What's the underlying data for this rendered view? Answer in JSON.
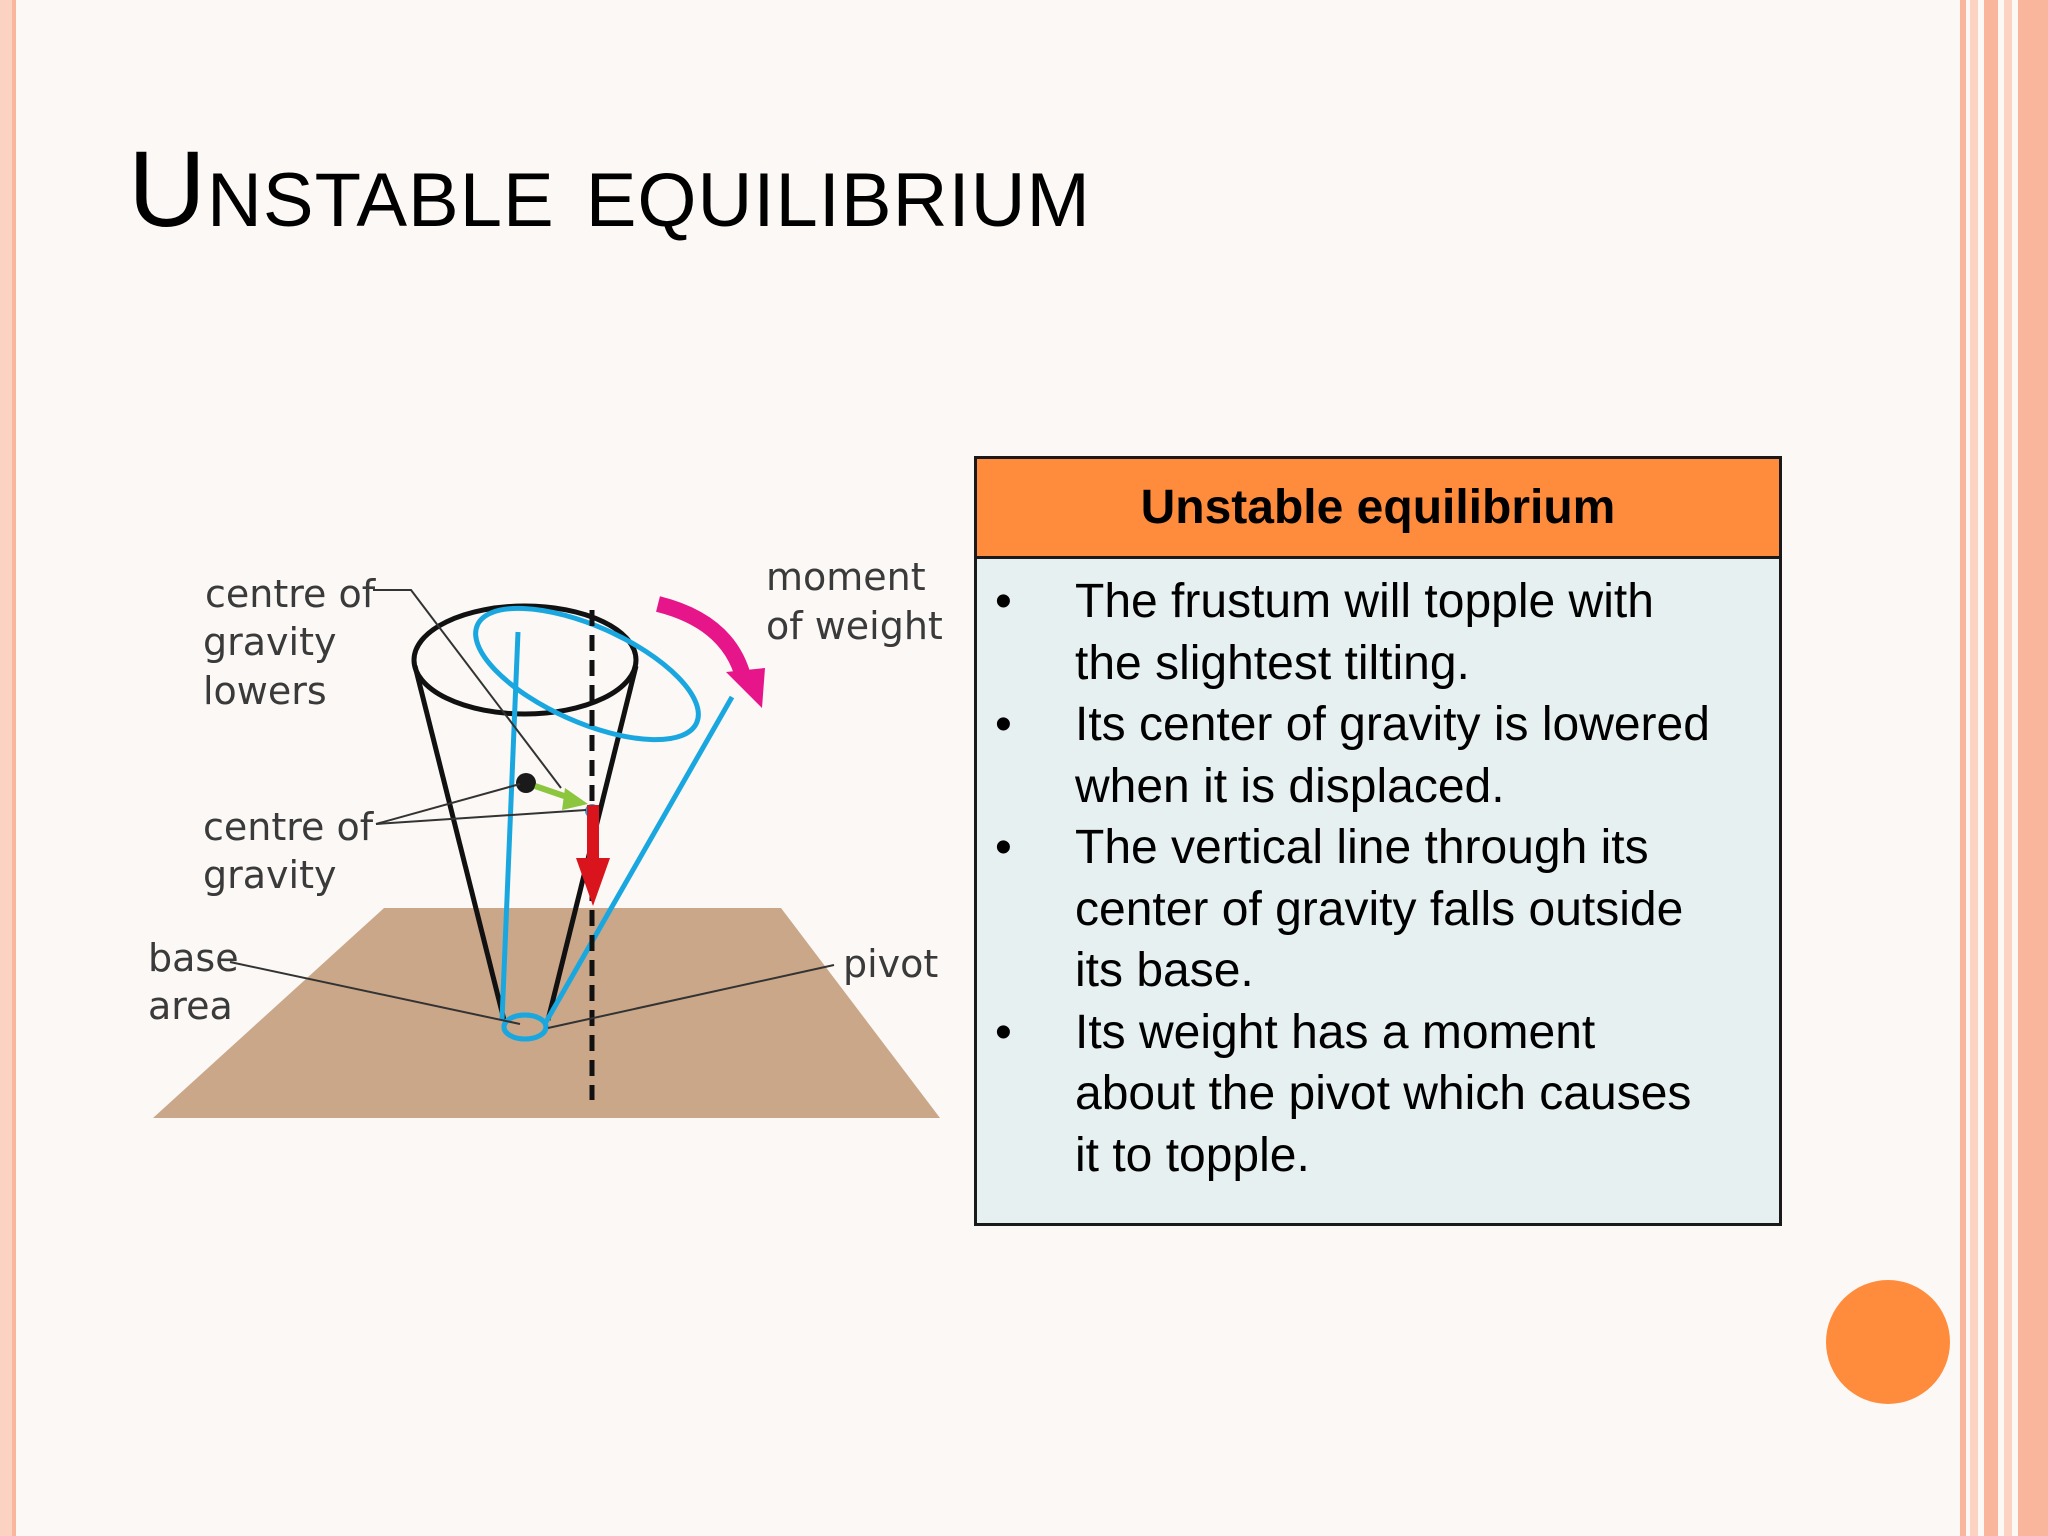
{
  "slide": {
    "title": "Unstable equilibrium",
    "accent_color": "#ff8c3d",
    "border_color": "#f9b69c"
  },
  "diagram": {
    "labels": {
      "cg_lowers_line1": "centre of",
      "cg_lowers_line2": "gravity",
      "cg_lowers_line3": "lowers",
      "moment_line1": "moment",
      "moment_line2": "of weight",
      "cg_line1": "centre of",
      "cg_line2": "gravity",
      "base_line1": "base",
      "base_line2": "area",
      "pivot": "pivot"
    },
    "colors": {
      "ground": "#c9a788",
      "upright_frustum": "#111111",
      "tilted_frustum": "#1aa7e0",
      "weight_arrow": "#d9141c",
      "moment_arrow": "#e6168a",
      "shift_arrow": "#8cc63f"
    }
  },
  "info_box": {
    "header": "Unstable equilibrium",
    "bullet_symbol": "•",
    "items": [
      {
        "line1": "The frustum will topple with",
        "line2": "the slightest tilting."
      },
      {
        "line1": "Its center of gravity is lowered",
        "line2": "when it is displaced."
      },
      {
        "line1": "The vertical line through its",
        "line2": "center of gravity falls outside",
        "line3": "its base."
      },
      {
        "line1": "Its weight has a moment",
        "line2": "about the pivot which causes",
        "line3": "it to topple."
      }
    ]
  }
}
